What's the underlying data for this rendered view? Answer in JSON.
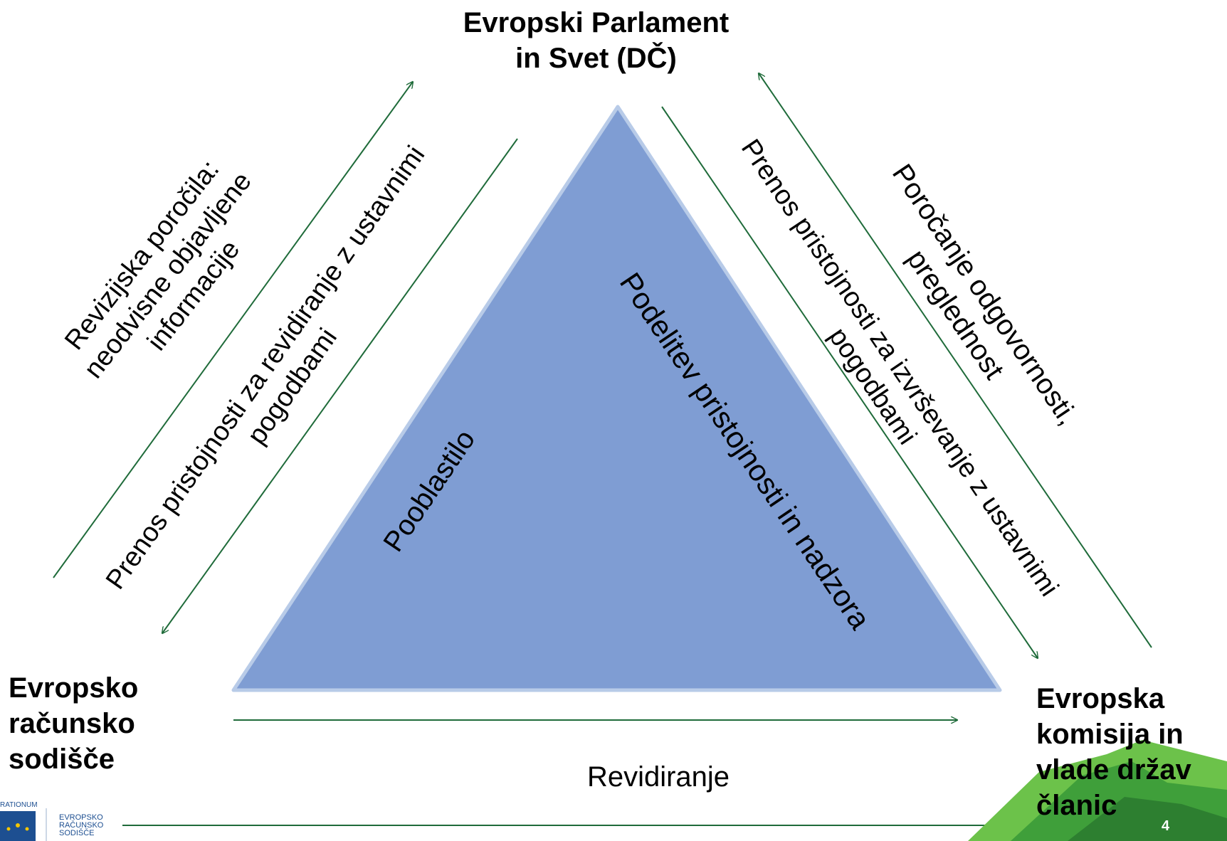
{
  "nodes": {
    "top": [
      "Evropski Parlament",
      "in Svet (DČ)"
    ],
    "left": [
      "Evropsko",
      "računsko",
      "sodišče"
    ],
    "right": [
      "Evropska",
      "komisija in",
      "vlade držav",
      "članic"
    ]
  },
  "labels": {
    "audit_reports": [
      "Revizijska poročila:",
      "neodvisne objavljene",
      "informacije"
    ],
    "transfer_audit": [
      "Prenos pristojnosti za revidiranje z ustavnimi",
      "pogodbami"
    ],
    "mandate": "Pooblastilo",
    "division": "Podelitev pristojnosti in nadzora",
    "transfer_exec": [
      "Prenos pristojnosti za izvrševanje z ustavnimi",
      "pogodbami"
    ],
    "accountability": [
      "Poročanje odgovornosti,",
      "preglednost"
    ],
    "auditing": "Revidiranje"
  },
  "footer": {
    "logo_arc_text": "RATIONUM",
    "logo_text": [
      "EVROPSKO",
      "RAČUNSKO",
      "SODIŠČE"
    ],
    "page_number": "4"
  },
  "colors": {
    "triangle_fill": "#7f9dd3",
    "triangle_edge": "#b8cbe8",
    "arrow": "#1f6b3a",
    "corner_green": "#4fb848"
  }
}
